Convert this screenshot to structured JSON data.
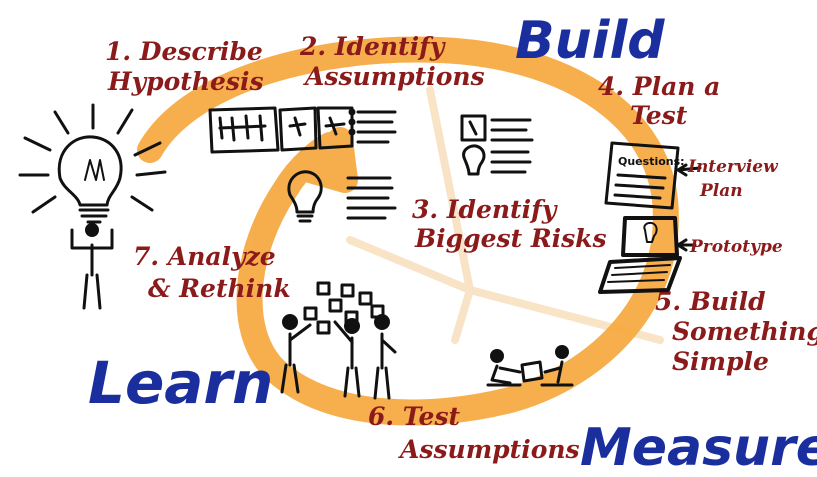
{
  "phases": {
    "build": "Build",
    "measure": "Measure",
    "learn": "Learn"
  },
  "steps": {
    "s1": [
      "1. Describe",
      "Hypothesis"
    ],
    "s2": [
      "2. Identify",
      "Assumptions"
    ],
    "s3": [
      "3. Identify",
      "Biggest Risks"
    ],
    "s4": [
      "4. Plan a",
      "Test"
    ],
    "s5": [
      "5. Build",
      "Something",
      "Simple"
    ],
    "s6": [
      "6. Test",
      "Assumptions"
    ],
    "s7": [
      "7. Analyze",
      "& Rethink"
    ]
  },
  "annotations": {
    "questions": "Questions:",
    "interview_plan": [
      "Interview",
      "Plan"
    ],
    "prototype": "Prototype"
  },
  "colors": {
    "loop": "#f6a63a",
    "step_text": "#8b1a1a",
    "phase_text": "#1b2e9e",
    "ink": "#111111"
  },
  "icons": [
    "lightbulb-icon",
    "person-icon",
    "document-icon",
    "laptop-icon",
    "sticky-notes-icon",
    "team-icon"
  ]
}
